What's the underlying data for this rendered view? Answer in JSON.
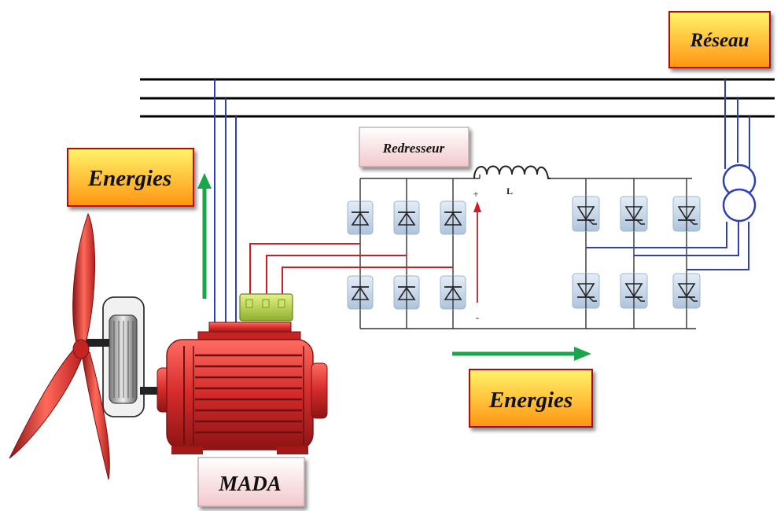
{
  "labels": {
    "reseau": "Réseau",
    "energies_left": "Energies",
    "energies_bottom": "Energies",
    "redresseur": "Redresseur",
    "mada": "MADA",
    "inductor": "L",
    "plus": "+",
    "minus": "-"
  },
  "colors": {
    "grid_line": "#000000",
    "rotor_line": "#2f3fb8",
    "stator_line": "#d01c24",
    "arrow_green": "#1aa64a",
    "label_fill_top": "#ffe94d",
    "label_fill_bottom": "#ff9a1a",
    "label_border": "#b01010",
    "component_red": "#d42a2a",
    "switch_box": "#c5d6ea"
  },
  "icons": {
    "diode": "diode-icon",
    "thyristor": "thyristor-icon",
    "transformer": "transformer-icon",
    "turbine": "wind-turbine-icon",
    "machine": "induction-machine-icon"
  }
}
